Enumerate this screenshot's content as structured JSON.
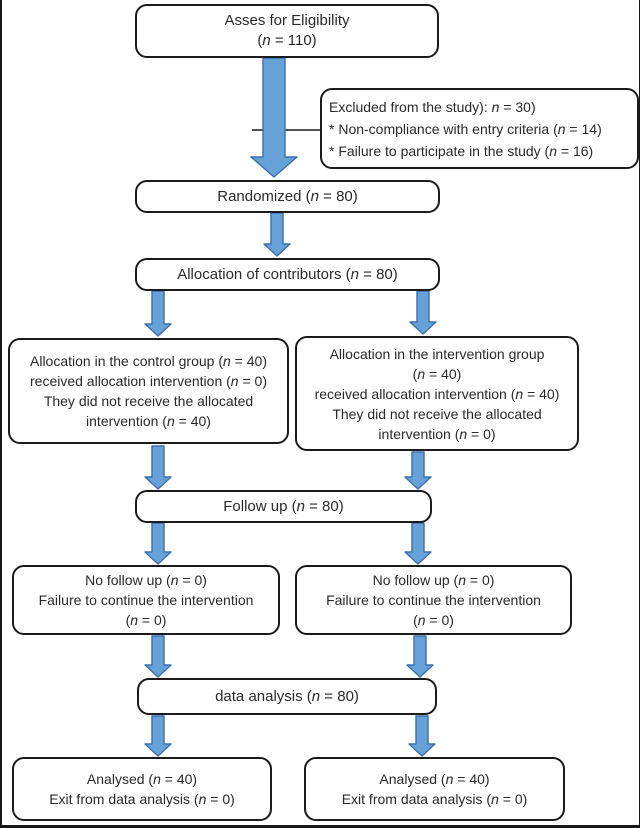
{
  "figure": {
    "type": "consort-flow-diagram",
    "colors": {
      "arrow_fill": "#66a1d8",
      "arrow_stroke": "#3b70ac",
      "box_border": "#1b1b1b",
      "text": "#2a2a2a",
      "background": "#ffffff"
    },
    "boxes": {
      "assess": {
        "lines": [
          "Asses for Eligibility",
          "(n = 110)"
        ]
      },
      "excluded": {
        "lines": [
          "Excluded from the study): n = 30)",
          "* Non-compliance with entry criteria (n = 14)",
          "* Failure to participate in the study (n = 16)"
        ]
      },
      "randomized": {
        "lines": [
          "Randomized (n = 80)"
        ]
      },
      "allocation": {
        "lines": [
          "Allocation of contributors (n = 80)"
        ]
      },
      "allocation_control": {
        "lines": [
          "Allocation in the control group (n = 40)",
          "received allocation intervention (n = 0)",
          "They did not receive the allocated",
          "intervention (n = 40)"
        ]
      },
      "allocation_intervention": {
        "lines": [
          "Allocation in the intervention group",
          "(n = 40)",
          "received allocation intervention (n = 40)",
          "They did not receive the allocated",
          "intervention (n = 0)"
        ]
      },
      "follow_up": {
        "lines": [
          "Follow up (n = 80)"
        ]
      },
      "no_follow_up_left": {
        "lines": [
          "No follow up (n = 0)",
          "Failure to continue the intervention",
          "(n = 0)"
        ]
      },
      "no_follow_up_right": {
        "lines": [
          "No follow up (n = 0)",
          "Failure to continue the intervention",
          "(n = 0)"
        ]
      },
      "data_analysis": {
        "lines": [
          "data analysis (n = 80)"
        ]
      },
      "analysed_left": {
        "lines": [
          "Analysed (n = 40)",
          "Exit from data analysis (n = 0)"
        ]
      },
      "analysed_right": {
        "lines": [
          "Analysed (n = 40)",
          "Exit from data analysis (n = 0)"
        ]
      }
    }
  }
}
